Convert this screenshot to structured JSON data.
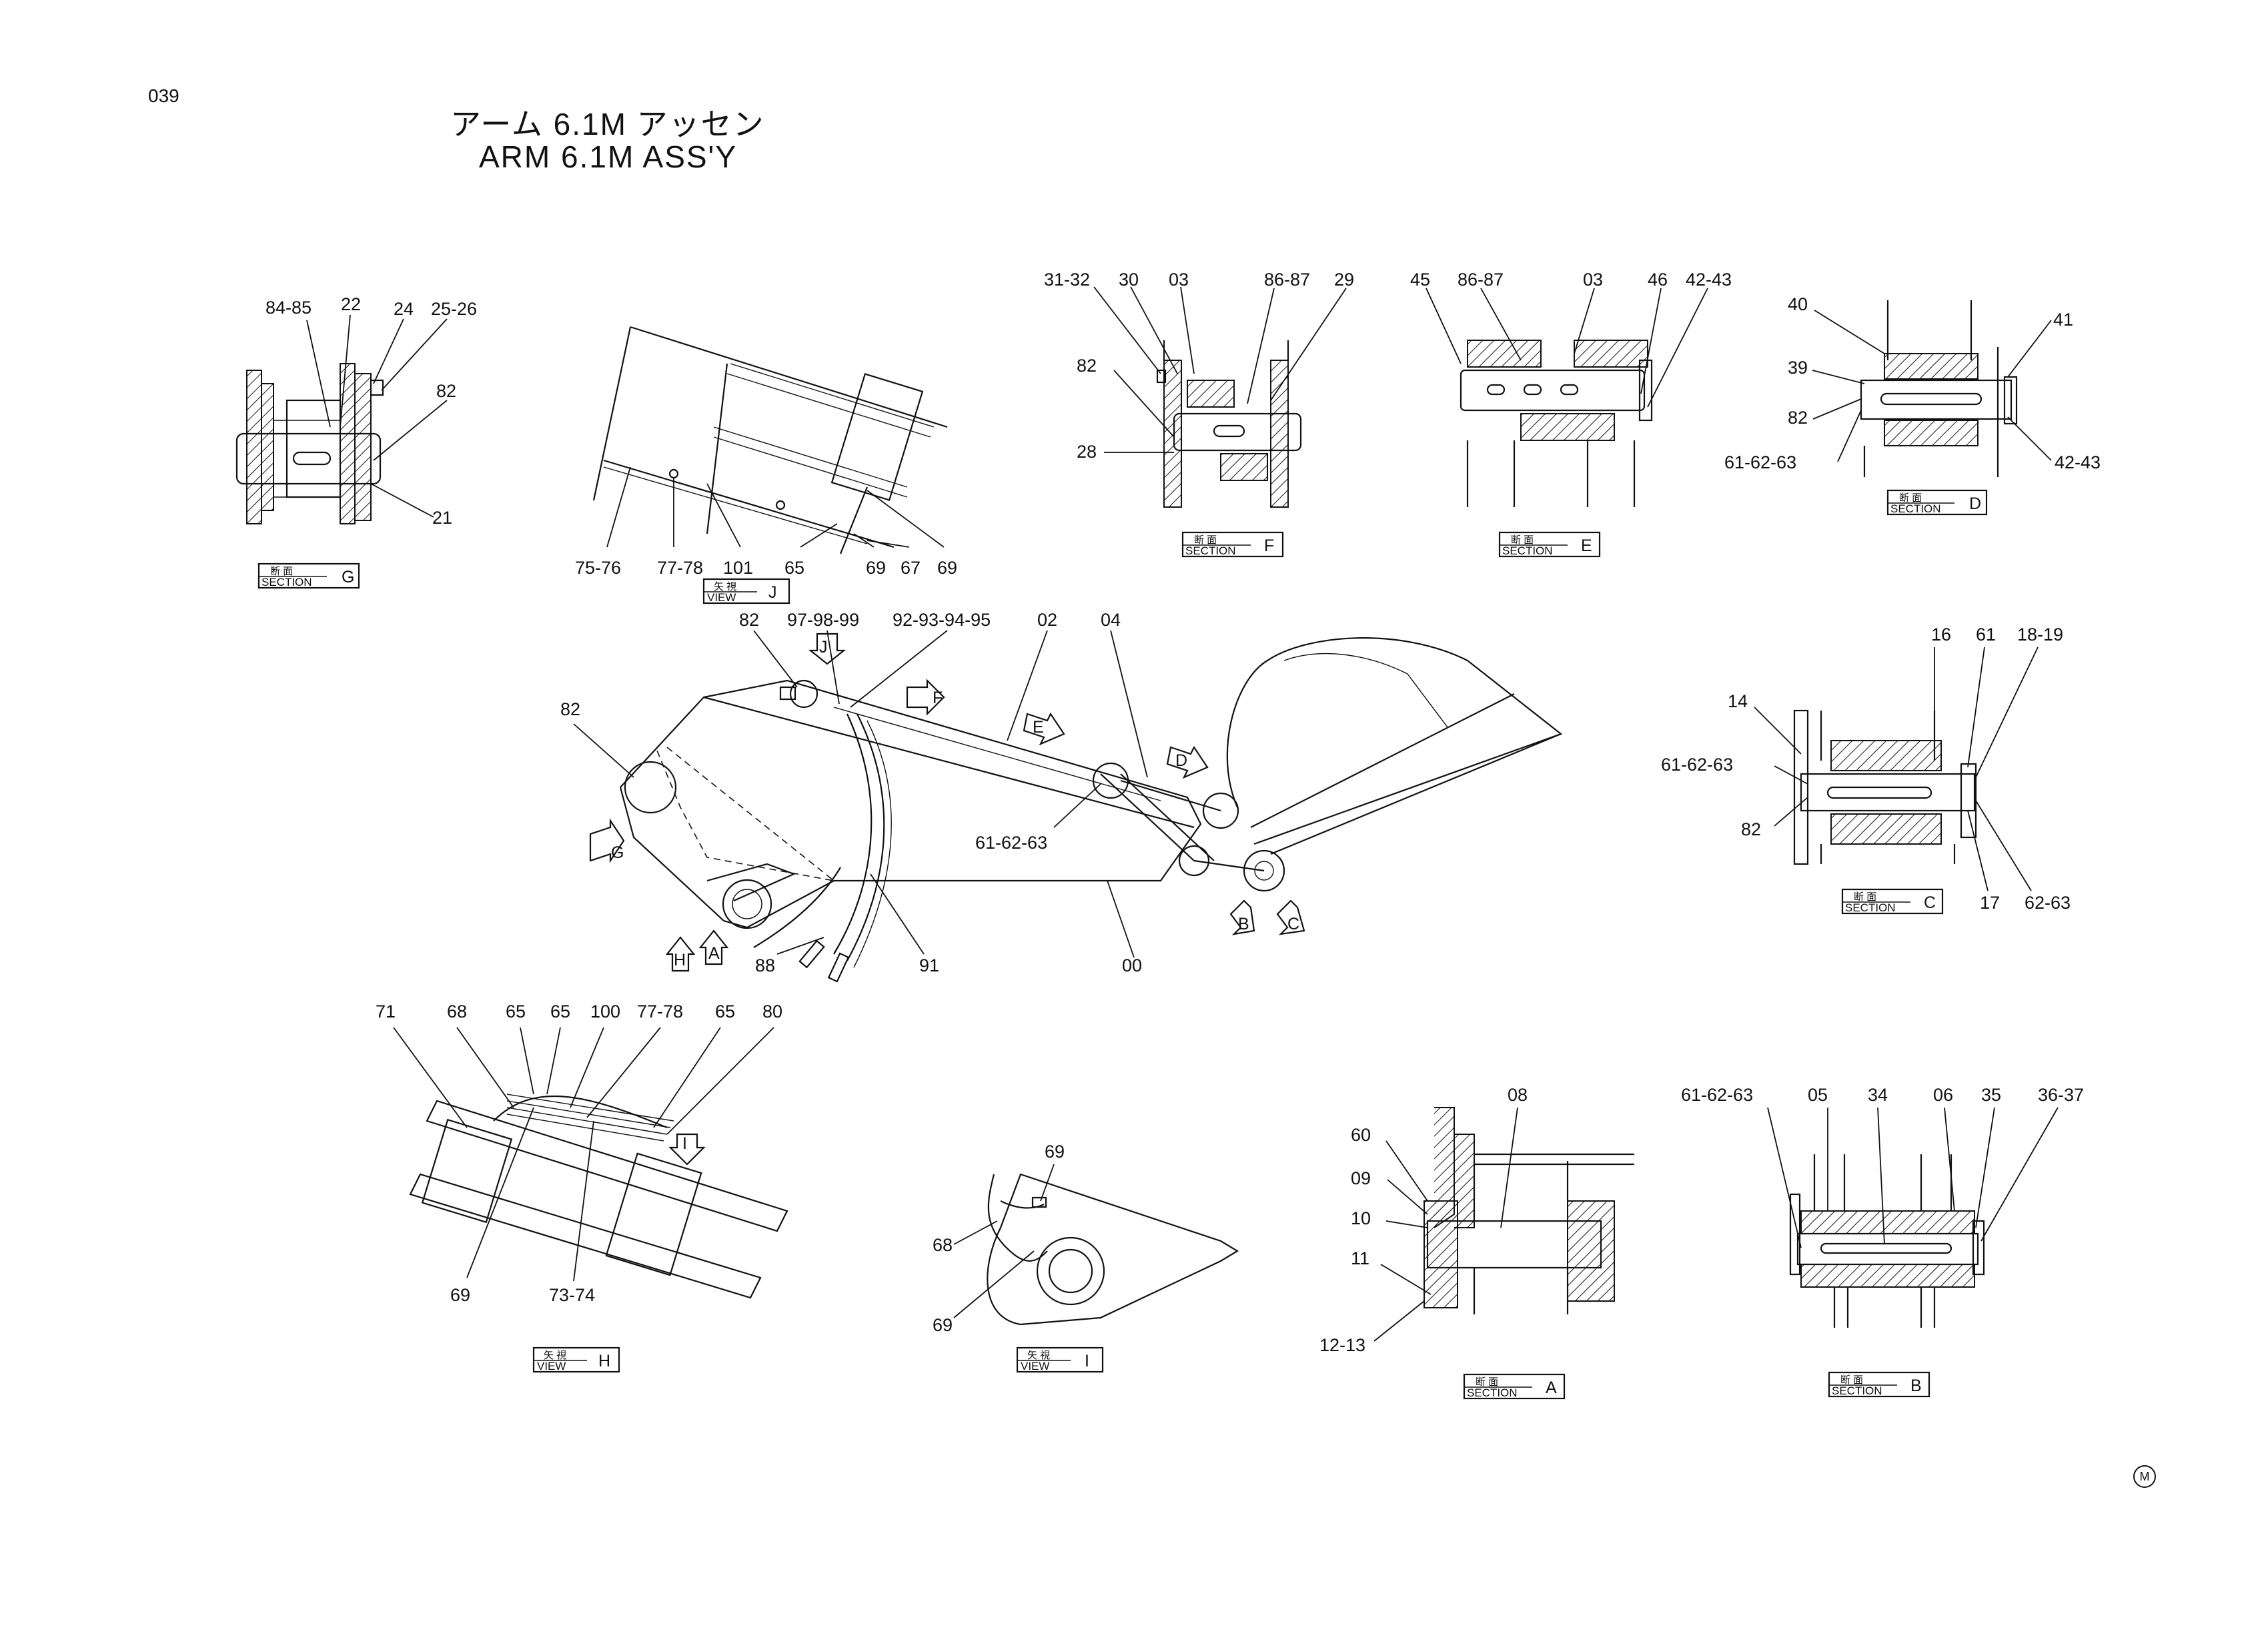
{
  "page_number": "039",
  "title_jp": "アーム 6.1M アッセン",
  "title_en": "ARM 6.1M ASS'Y",
  "corner_mark": "M",
  "views": {
    "section_g": {
      "jp": "断 面",
      "en": "SECTION",
      "key": "G"
    },
    "view_j": {
      "jp": "矢 視",
      "en": "VIEW",
      "key": "J"
    },
    "section_f": {
      "jp": "断 面",
      "en": "SECTION",
      "key": "F"
    },
    "section_e": {
      "jp": "断 面",
      "en": "SECTION",
      "key": "E"
    },
    "section_d": {
      "jp": "断 面",
      "en": "SECTION",
      "key": "D"
    },
    "section_c": {
      "jp": "断 面",
      "en": "SECTION",
      "key": "C"
    },
    "view_h": {
      "jp": "矢 視",
      "en": "VIEW",
      "key": "H"
    },
    "view_i": {
      "jp": "矢 視",
      "en": "VIEW",
      "key": "I"
    },
    "section_a": {
      "jp": "断 面",
      "en": "SECTION",
      "key": "A"
    },
    "section_b": {
      "jp": "断 面",
      "en": "SECTION",
      "key": "B"
    }
  },
  "arrows": [
    "J",
    "F",
    "E",
    "D",
    "G",
    "H",
    "A",
    "B",
    "C",
    "I"
  ],
  "labels": {
    "g": [
      "84-85",
      "22",
      "24",
      "25-26",
      "82",
      "21"
    ],
    "j": [
      "75-76",
      "77-78",
      "101",
      "65",
      "69",
      "67",
      "69"
    ],
    "f": [
      "31-32",
      "30",
      "03",
      "86-87",
      "29",
      "82",
      "28"
    ],
    "e": [
      "45",
      "86-87",
      "03",
      "46",
      "42-43"
    ],
    "d": [
      "40",
      "41",
      "39",
      "82",
      "61-62-63",
      "42-43"
    ],
    "main": [
      "82",
      "97-98-99",
      "92-93-94-95",
      "02",
      "04",
      "82",
      "61-62-63",
      "88",
      "91",
      "00"
    ],
    "c": [
      "16",
      "61",
      "18-19",
      "14",
      "61-62-63",
      "82",
      "17",
      "62-63"
    ],
    "h": [
      "71",
      "68",
      "65",
      "65",
      "100",
      "77-78",
      "65",
      "80",
      "69",
      "73-74"
    ],
    "i": [
      "69",
      "68",
      "69"
    ],
    "a": [
      "08",
      "60",
      "09",
      "10",
      "11",
      "12-13"
    ],
    "b": [
      "61-62-63",
      "05",
      "34",
      "06",
      "35",
      "36-37"
    ]
  }
}
